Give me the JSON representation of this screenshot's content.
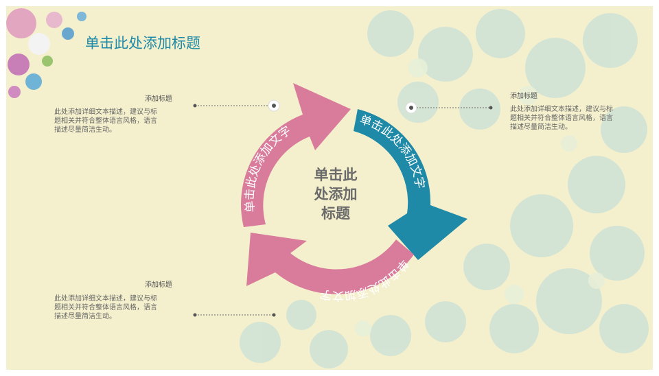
{
  "slide": {
    "title": "单击此处添加标题",
    "center_title": [
      "单击此",
      "处添加",
      "标题"
    ],
    "arrows": [
      {
        "label": "单击此处添加文字",
        "color": "#d97c9c"
      },
      {
        "label": "单击此处添加文字",
        "color": "#1f8aa7"
      },
      {
        "label": "单击此处添加文字",
        "color": "#d97c9c"
      }
    ],
    "blocks": [
      {
        "heading": "添加标题",
        "lines": [
          "此处添加详细文本描述，建议与标",
          "题相关并符合整体语言风格，语言",
          "描述尽量简洁生动。"
        ]
      },
      {
        "heading": "添加标题",
        "lines": [
          "此处添加详细文本描述，建议与标",
          "题相关并符合整体语言风格，语言",
          "描述尽量简洁生动。"
        ]
      },
      {
        "heading": "添加标题",
        "lines": [
          "此处添加详细文本描述，建议与标",
          "题相关并符合整体语言风格，语言",
          "描述尽量简洁生动。"
        ]
      }
    ]
  }
}
